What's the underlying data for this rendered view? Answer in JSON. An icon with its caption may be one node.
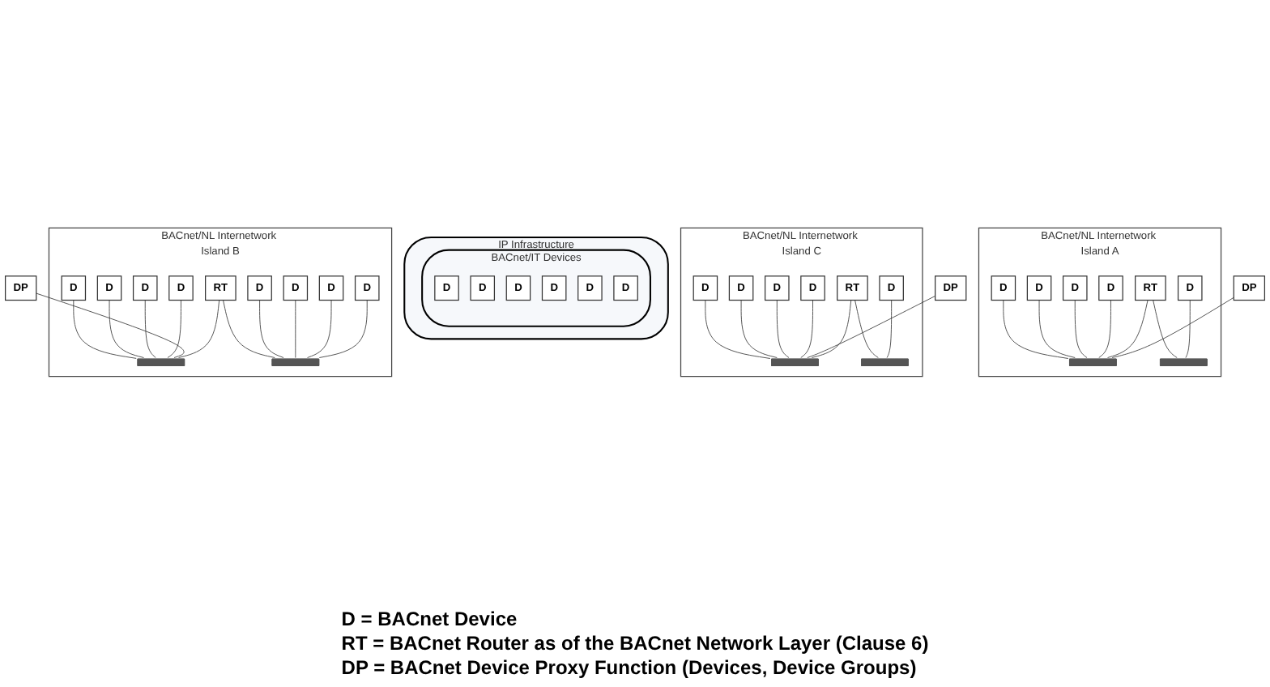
{
  "diagram": {
    "nodes": [
      {
        "text": [
          "BACnet/NL Internetwork Island A"
        ]
      },
      {
        "text": [
          "D"
        ],
        "in": 0
      },
      {
        "text": [
          "D"
        ],
        "in": 0
      },
      {
        "text": [
          "D"
        ],
        "in": 0
      },
      {
        "text": [
          "D"
        ],
        "in": 0
      },
      {
        "text": [
          "RT"
        ],
        "in": 0
      },
      {
        "text": [
          "D"
        ],
        "in": 0
      },
      {
        "text": [],
        "shape": "bar",
        "in": 0
      },
      {
        "text": [],
        "shape": "bar",
        "in": 0
      },
      {
        "text": [
          "DP"
        ]
      },
      {
        "text": [
          "IP Infrastructure"
        ]
      },
      {
        "text": [
          "BACnet/IT Devices"
        ],
        "in": 10
      },
      {
        "text": [
          "D"
        ],
        "in": 11
      },
      {
        "text": [
          "D"
        ],
        "in": 11
      },
      {
        "text": [
          "D"
        ],
        "in": 11
      },
      {
        "text": [
          "D"
        ],
        "in": 11
      },
      {
        "text": [
          "D"
        ],
        "in": 11
      },
      {
        "text": [
          "D"
        ],
        "in": 11
      },
      {
        "text": [
          "BACnet/NL Internetwork Island C"
        ]
      },
      {
        "text": [
          "D"
        ],
        "in": 18
      },
      {
        "text": [
          "D"
        ],
        "in": 18
      },
      {
        "text": [
          "D"
        ],
        "in": 18
      },
      {
        "text": [
          "RT"
        ],
        "in": 18
      },
      {
        "text": [
          "D"
        ],
        "in": 18
      },
      {
        "text": [
          "D"
        ],
        "in": 18
      },
      {
        "text": [],
        "shape": "bar",
        "in": 18
      },
      {
        "text": [],
        "shape": "bar",
        "in": 18
      },
      {
        "text": [
          "DP"
        ]
      },
      {
        "text": [
          "BACnet/NL Internetwork Island B"
        ]
      },
      {
        "text": [
          "D"
        ],
        "in": 28
      },
      {
        "text": [
          "D"
        ],
        "in": 28
      },
      {
        "text": [
          "D"
        ],
        "in": 28
      },
      {
        "text": [
          "D"
        ],
        "in": 28
      },
      {
        "text": [],
        "shape": "bar",
        "in": 28
      },
      {
        "text": [
          "RT"
        ],
        "in": 28
      },
      {
        "text": [
          "D"
        ],
        "in": 28
      },
      {
        "text": [
          "D"
        ],
        "in": 28
      },
      {
        "text": [
          "D"
        ],
        "in": 28
      },
      {
        "text": [
          "D"
        ],
        "in": 28
      },
      {
        "text": [],
        "shape": "bar",
        "in": 28
      },
      {
        "text": [
          "DP"
        ]
      }
    ],
    "edges": [
      {
        "from": 1,
        "to": 7,
        "arrow": "none"
      },
      {
        "from": 2,
        "to": 7,
        "arrow": "none"
      },
      {
        "from": 3,
        "to": 7,
        "arrow": "none"
      },
      {
        "from": 4,
        "to": 7,
        "arrow": "none"
      },
      {
        "from": 5,
        "to": 7,
        "arrow": "none"
      },
      {
        "from": 9,
        "to": 7,
        "arrow": "none"
      },
      {
        "from": 5,
        "to": 8,
        "arrow": "none"
      },
      {
        "from": 6,
        "to": 8,
        "arrow": "none"
      },
      {
        "from": 19,
        "to": 25,
        "arrow": "none"
      },
      {
        "from": 20,
        "to": 25,
        "arrow": "none"
      },
      {
        "from": 23,
        "to": 25,
        "arrow": "none"
      },
      {
        "from": 24,
        "to": 25,
        "arrow": "none"
      },
      {
        "from": 27,
        "to": 25,
        "arrow": "none"
      },
      {
        "from": 22,
        "to": 25,
        "arrow": "none"
      },
      {
        "from": 22,
        "to": 26,
        "arrow": "none"
      },
      {
        "from": 21,
        "to": 26,
        "arrow": "none"
      },
      {
        "from": 29,
        "to": 33,
        "arrow": "none"
      },
      {
        "from": 30,
        "to": 33,
        "arrow": "none"
      },
      {
        "from": 31,
        "to": 33,
        "arrow": "none"
      },
      {
        "from": 32,
        "to": 33,
        "arrow": "none"
      },
      {
        "from": 40,
        "to": 33,
        "arrow": "none"
      },
      {
        "from": 34,
        "to": 33,
        "arrow": "none"
      },
      {
        "from": 34,
        "to": 39,
        "arrow": "none"
      },
      {
        "from": 35,
        "to": 39,
        "arrow": "none"
      },
      {
        "from": 36,
        "to": 39,
        "arrow": "none"
      },
      {
        "from": 37,
        "to": 39,
        "arrow": "none"
      },
      {
        "from": 38,
        "to": 39,
        "arrow": "none"
      }
    ],
    "labels": [
      "D = BACnet Device",
      "RT = BACnet Router as of the BACnet Network Layer (Clause 6)",
      "DP = BACnet Device Proxy Function (Devices, Device Groups)"
    ]
  }
}
